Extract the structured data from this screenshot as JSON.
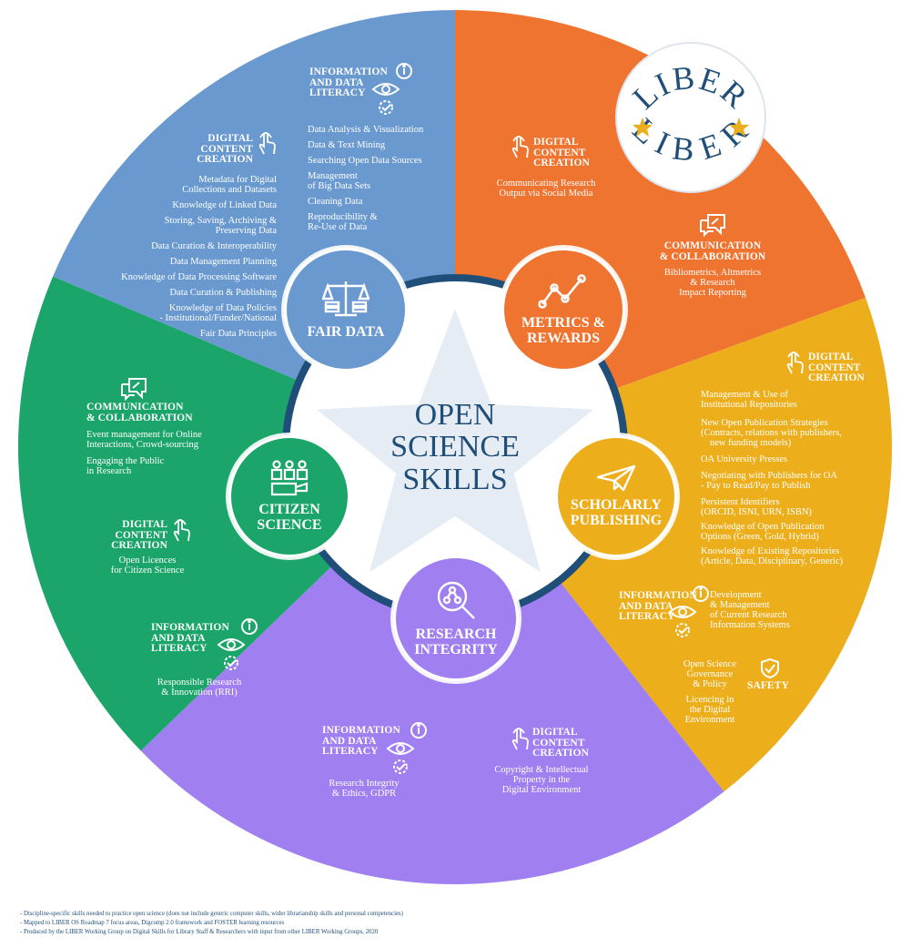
{
  "center": {
    "lines": [
      "OPEN",
      "SCIENCE",
      "SKILLS"
    ]
  },
  "colors": {
    "fair_data": "#6999cf",
    "metrics": "#ef7430",
    "publishing": "#edae1b",
    "integrity": "#a07ff0",
    "citizen": "#1ba56a",
    "navy": "#1f4e79"
  },
  "logo": {
    "top": "LIBER",
    "bottom": "LIBER"
  },
  "hubs": {
    "fair_data": "FAIR DATA",
    "metrics": [
      "METRICS &",
      "REWARDS"
    ],
    "publishing": [
      "SCHOLARLY",
      "PUBLISHING"
    ],
    "integrity": [
      "RESEARCH",
      "INTEGRITY"
    ],
    "citizen": [
      "CITIZEN",
      "SCIENCE"
    ]
  },
  "fair_data": {
    "idl_label": [
      "INFORMATION",
      "AND DATA",
      "LITERACY"
    ],
    "idl_items": [
      "Data Analysis  & Visualization",
      "Data & Text Mining",
      "Searching Open Data Sources",
      "Management",
      "of Big Data Sets",
      "Cleaning Data",
      "Reproducibility &",
      "Re-Use of Data"
    ],
    "dcc_label": [
      "DIGITAL",
      "CONTENT",
      "CREATION"
    ],
    "dcc_items": [
      "Metadata for Digital",
      "Collections and Datasets",
      "Knowledge of Linked Data",
      "Storing, Saving, Archiving &",
      "Preserving Data",
      "Data Curation & Interoperability",
      "Data Management Planning",
      "Knowledge of Data Processing Software",
      "Data Curation & Publishing",
      "Knowledge of Data Policies",
      "- Institutional/Funder/National",
      "Fair Data Principles"
    ]
  },
  "metrics": {
    "dcc_label": [
      "DIGITAL",
      "CONTENT",
      "CREATION"
    ],
    "dcc_items": [
      "Communicating Research",
      "Output via Social Media"
    ],
    "cc_label": [
      "COMMUNICATION",
      "& COLLABORATION"
    ],
    "cc_items": [
      "Bibliometrics, Altmetrics",
      "& Research",
      "Impact Reporting"
    ]
  },
  "publishing": {
    "dcc_label": [
      "DIGITAL",
      "CONTENT",
      "CREATION"
    ],
    "dcc_items": [
      "Management & Use of",
      "Institutional Repositories",
      "New Open Publication Strategies",
      "(Contracts, relations with publishers,",
      "new funding models)",
      "OA University Presses",
      "Negotiating with Publishers for OA",
      "- Pay to Read/Pay to Publish",
      "Persistent Identifiers",
      "(ORCID, ISNI, URN, ISBN)",
      "Knowledge of Open Publication",
      "Options (Green, Gold, Hybrid)",
      "Knowledge of Existing Repositories",
      "(Article, Data, Disciplinary, Generic)"
    ],
    "idl_label": [
      "INFORMATION",
      "AND DATA",
      "LITERACY"
    ],
    "idl_items": [
      "Development",
      "& Management",
      "of Current Research",
      "Information Systems"
    ],
    "safety_label": "SAFETY",
    "safety_items": [
      "Open Science",
      "Governance",
      "& Policy",
      "Licencing in",
      "the Digital",
      "Environment"
    ]
  },
  "integrity": {
    "idl_label": [
      "INFORMATION",
      "AND DATA",
      "LITERACY"
    ],
    "idl_items": [
      "Research Integrity",
      "& Ethics, GDPR"
    ],
    "dcc_label": [
      "DIGITAL",
      "CONTENT",
      "CREATION"
    ],
    "dcc_items": [
      "Copyright & Intellectual",
      "Property in the",
      "Digital Environment"
    ]
  },
  "citizen": {
    "cc_label": [
      "COMMUNICATION",
      "& COLLABORATION"
    ],
    "cc_items": [
      "Event management for Online",
      "Interactions, Crowd-sourcing",
      "Engaging the Public",
      "in Research"
    ],
    "dcc_label": [
      "DIGITAL",
      "CONTENT",
      "CREATION"
    ],
    "dcc_items": [
      "Open Licences",
      "for Citizen Science"
    ],
    "idl_label": [
      "INFORMATION",
      "AND DATA",
      "LITERACY"
    ],
    "idl_items": [
      "Responsible Research",
      "& Innovation (RRI)"
    ]
  },
  "footnotes": [
    "- Discipline-specific skills needed to practice open science (does not include generic computer skills, wider librarianship skills and personal competencies)",
    "- Mapped to LIBER OS Roadmap 7 focus areas, Digcomp 2.0 framework and FOSTER learning resources",
    "- Produced by the LIBER Working Group on Digital Skills for Library Staff & Researchers with input from other LIBER Working Groups, 2020"
  ]
}
